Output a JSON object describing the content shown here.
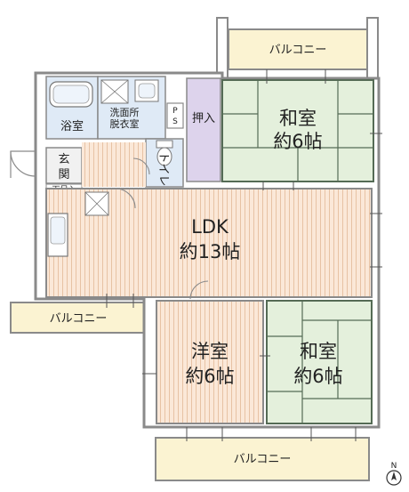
{
  "colors": {
    "wall": "#8a8a8a",
    "tatami": "#e4f0dc",
    "tatami_line": "#556b55",
    "flooring": "#fbe8d8",
    "flooring_line": "#e7c2a4",
    "balcony": "#fbf3d2",
    "wet": "#dfeaf6",
    "oshiire": "#ddd3ec",
    "entrance": "#f1f1f1"
  },
  "rooms": {
    "balcony_top": "バルコニー",
    "balcony_left": "バルコニー",
    "balcony_bottom": "バルコニー",
    "bath": "浴室",
    "washroom_line1": "洗面所",
    "washroom_line2": "脱衣室",
    "ps_p": "P",
    "ps_s": "S",
    "toilet": "トイレ",
    "oshiire": "押入",
    "washitsu1_name": "和室",
    "washitsu1_size": "約6帖",
    "entrance_line1": "玄",
    "entrance_line2": "関",
    "shoe": "下足入",
    "ldk_name": "LDK",
    "ldk_size": "約13帖",
    "youshitsu_name": "洋室",
    "youshitsu_size": "約6帖",
    "washitsu2_name": "和室",
    "washitsu2_size": "約6帖"
  },
  "compass": {
    "north": "N"
  }
}
